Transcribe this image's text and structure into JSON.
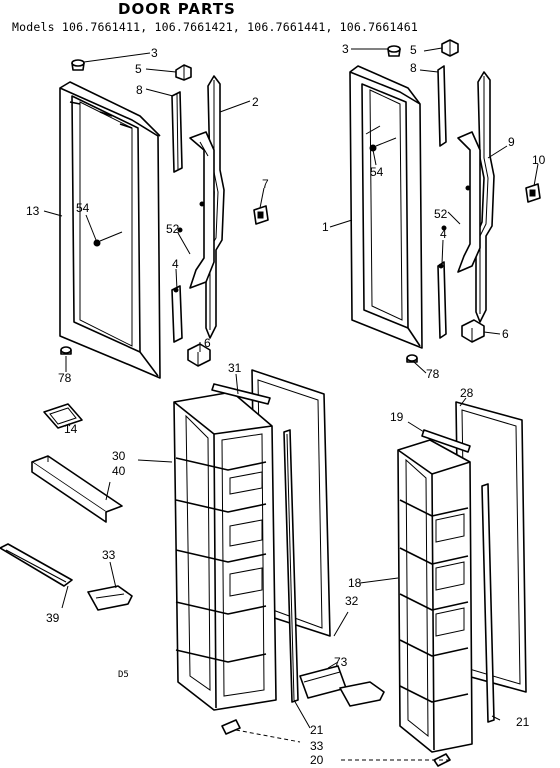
{
  "header": {
    "title": "DOOR PARTS",
    "models": "Models 106.7661411, 106.7661421, 106.7661441, 106.7661461"
  },
  "diagram_code": "D5",
  "labels": {
    "l3a": "3",
    "l5a": "5",
    "l8a": "8",
    "l2": "2",
    "l13": "13",
    "l54a": "54",
    "l52a": "52",
    "l4a": "4",
    "l7": "7",
    "l6a": "6",
    "l78a": "78",
    "l3b": "3",
    "l5b": "5",
    "l8b": "8",
    "l9": "9",
    "l10": "10",
    "l1": "1",
    "l54b": "54",
    "l52b": "52",
    "l4b": "4",
    "l6b": "6",
    "l78b": "78",
    "l31": "31",
    "l14": "14",
    "l30": "30",
    "l40": "40",
    "l33a": "33",
    "l39": "39",
    "l28": "28",
    "l19": "19",
    "l18": "18",
    "l32": "32",
    "l73": "73",
    "l21a": "21",
    "l21b": "21",
    "l33b": "33",
    "l20": "20"
  }
}
